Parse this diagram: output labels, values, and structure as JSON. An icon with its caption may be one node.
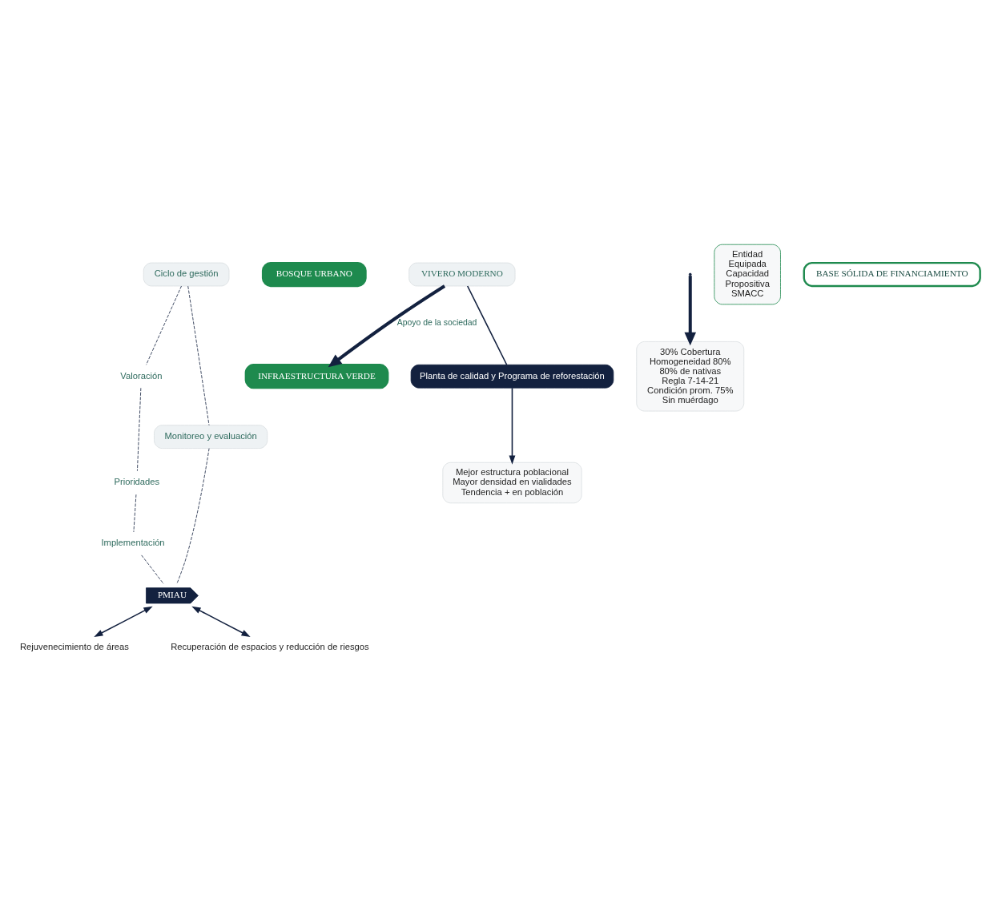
{
  "diagram": {
    "nodes": [
      {
        "text": [
          "Ciclo de gestión"
        ]
      },
      {
        "text": [
          "Valoración"
        ]
      },
      {
        "text": [
          "Prioridades"
        ]
      },
      {
        "text": [
          "Implementación"
        ]
      },
      {
        "text": [
          "Monitoreo y evaluación"
        ]
      },
      {
        "text": [
          "BOSQUE URBANO"
        ]
      },
      {
        "text": [
          "PMIAU"
        ]
      },
      {
        "text": [
          "INFRAESTRUCTURA VERDE"
        ]
      },
      {
        "text": [
          "30% Cobertura",
          "Homogeneidad 80%",
          "80% de nativas",
          "Regla 7-14-21",
          "Condición prom. 75%",
          "Sin muérdago"
        ]
      },
      {
        "text": [
          "Rejuvenecimiento de áreas"
        ]
      },
      {
        "text": [
          "VIVERO MODERNO"
        ]
      },
      {
        "text": [
          "Planta de calidad y Programa de reforestación"
        ]
      },
      {
        "text": [
          "Recuperación de espacios y reducción de riesgos"
        ]
      },
      {
        "text": [
          "Entidad",
          "Equipada",
          "Capacidad",
          "Propositiva",
          "SMACC"
        ]
      },
      {
        "text": [
          "Mejor estructura poblacional",
          "Mayor densidad en vialidades",
          "Tendencia + en población"
        ]
      },
      {
        "text": [
          "BASE SÓLIDA DE FINANCIAMIENTO"
        ]
      }
    ],
    "edges": [
      {
        "from": 0,
        "to": 1,
        "arrow": "none",
        "style": "dashed"
      },
      {
        "from": 1,
        "to": 2,
        "arrow": "none",
        "style": "dashed"
      },
      {
        "from": 2,
        "to": 3,
        "arrow": "none",
        "style": "dashed"
      },
      {
        "from": 3,
        "to": 6,
        "arrow": "none",
        "style": "dashed"
      },
      {
        "from": 0,
        "to": 4,
        "arrow": "none",
        "style": "dashed"
      },
      {
        "from": 4,
        "to": 6,
        "arrow": "none",
        "style": "dashed"
      },
      {
        "from": null,
        "to": 8,
        "arrow": "to",
        "style": "thick"
      },
      {
        "from": 6,
        "to": 9,
        "arrow": "both"
      },
      {
        "from": 6,
        "to": 12,
        "arrow": "both"
      },
      {
        "from": 10,
        "to": 11,
        "arrow": "none"
      },
      {
        "from": 11,
        "to": 14,
        "arrow": "to"
      },
      {
        "from": 10,
        "to": 7,
        "arrow": "to",
        "style": "thick",
        "label": "Apoyo de la sociedad"
      }
    ]
  }
}
